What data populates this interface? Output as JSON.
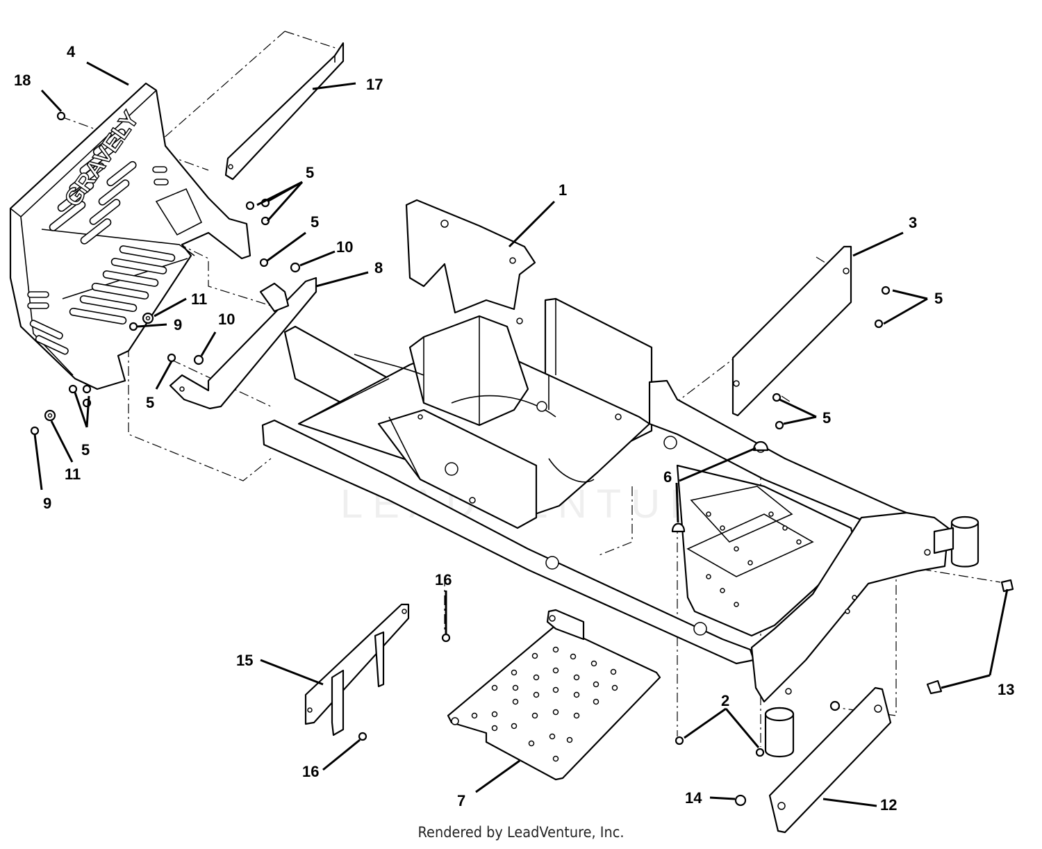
{
  "credit": "Rendered by LeadVenture, Inc.",
  "watermark": "LEADVENTURE",
  "callouts": [
    {
      "id": "c4",
      "label": "4"
    },
    {
      "id": "c18",
      "label": "18"
    },
    {
      "id": "c17",
      "label": "17"
    },
    {
      "id": "c5a",
      "label": "5"
    },
    {
      "id": "c5b",
      "label": "5"
    },
    {
      "id": "c10a",
      "label": "10"
    },
    {
      "id": "c8",
      "label": "8"
    },
    {
      "id": "c11a",
      "label": "11"
    },
    {
      "id": "c9a",
      "label": "9"
    },
    {
      "id": "c10b",
      "label": "10"
    },
    {
      "id": "c5c",
      "label": "5"
    },
    {
      "id": "c5d",
      "label": "5"
    },
    {
      "id": "c11b",
      "label": "11"
    },
    {
      "id": "c9b",
      "label": "9"
    },
    {
      "id": "c1",
      "label": "1"
    },
    {
      "id": "c3",
      "label": "3"
    },
    {
      "id": "c5e",
      "label": "5"
    },
    {
      "id": "c5f",
      "label": "5"
    },
    {
      "id": "c6",
      "label": "6"
    },
    {
      "id": "c16a",
      "label": "16"
    },
    {
      "id": "c15",
      "label": "15"
    },
    {
      "id": "c16b",
      "label": "16"
    },
    {
      "id": "c7",
      "label": "7"
    },
    {
      "id": "c2",
      "label": "2"
    },
    {
      "id": "c13",
      "label": "13"
    },
    {
      "id": "c14",
      "label": "14"
    },
    {
      "id": "c12",
      "label": "12"
    }
  ]
}
